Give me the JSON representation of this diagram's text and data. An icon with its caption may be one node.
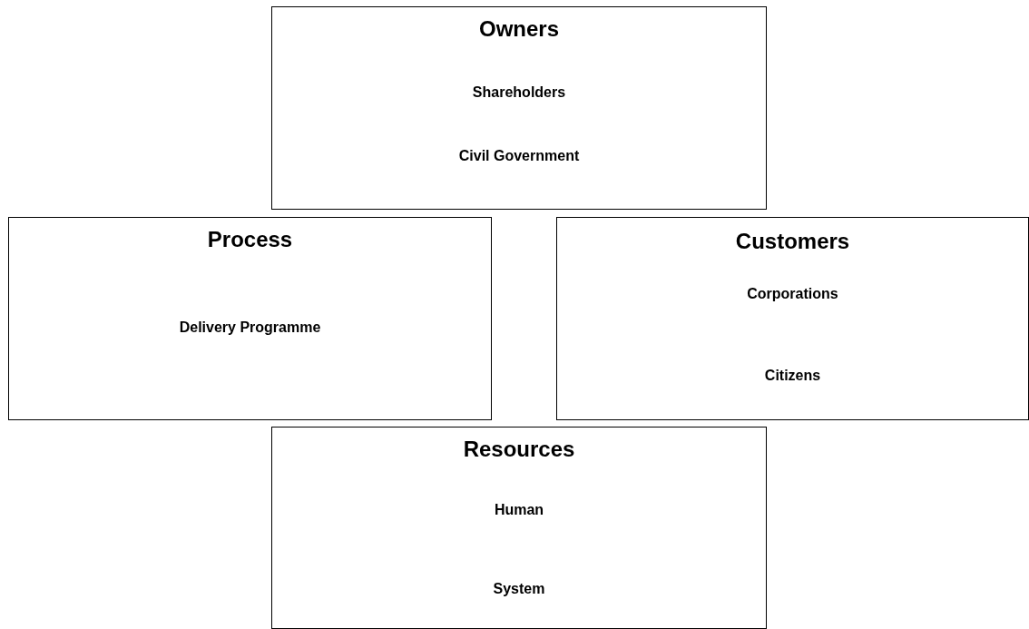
{
  "diagram": {
    "nodes": [
      {
        "text": [
          "Owners",
          "Shareholders",
          "Civil Government"
        ]
      },
      {
        "text": [
          "Process",
          "Delivery Programme"
        ]
      },
      {
        "text": [
          "Customers",
          "Corporations",
          "Citizens"
        ]
      },
      {
        "text": [
          "Resources",
          "Human",
          "System"
        ]
      }
    ]
  }
}
